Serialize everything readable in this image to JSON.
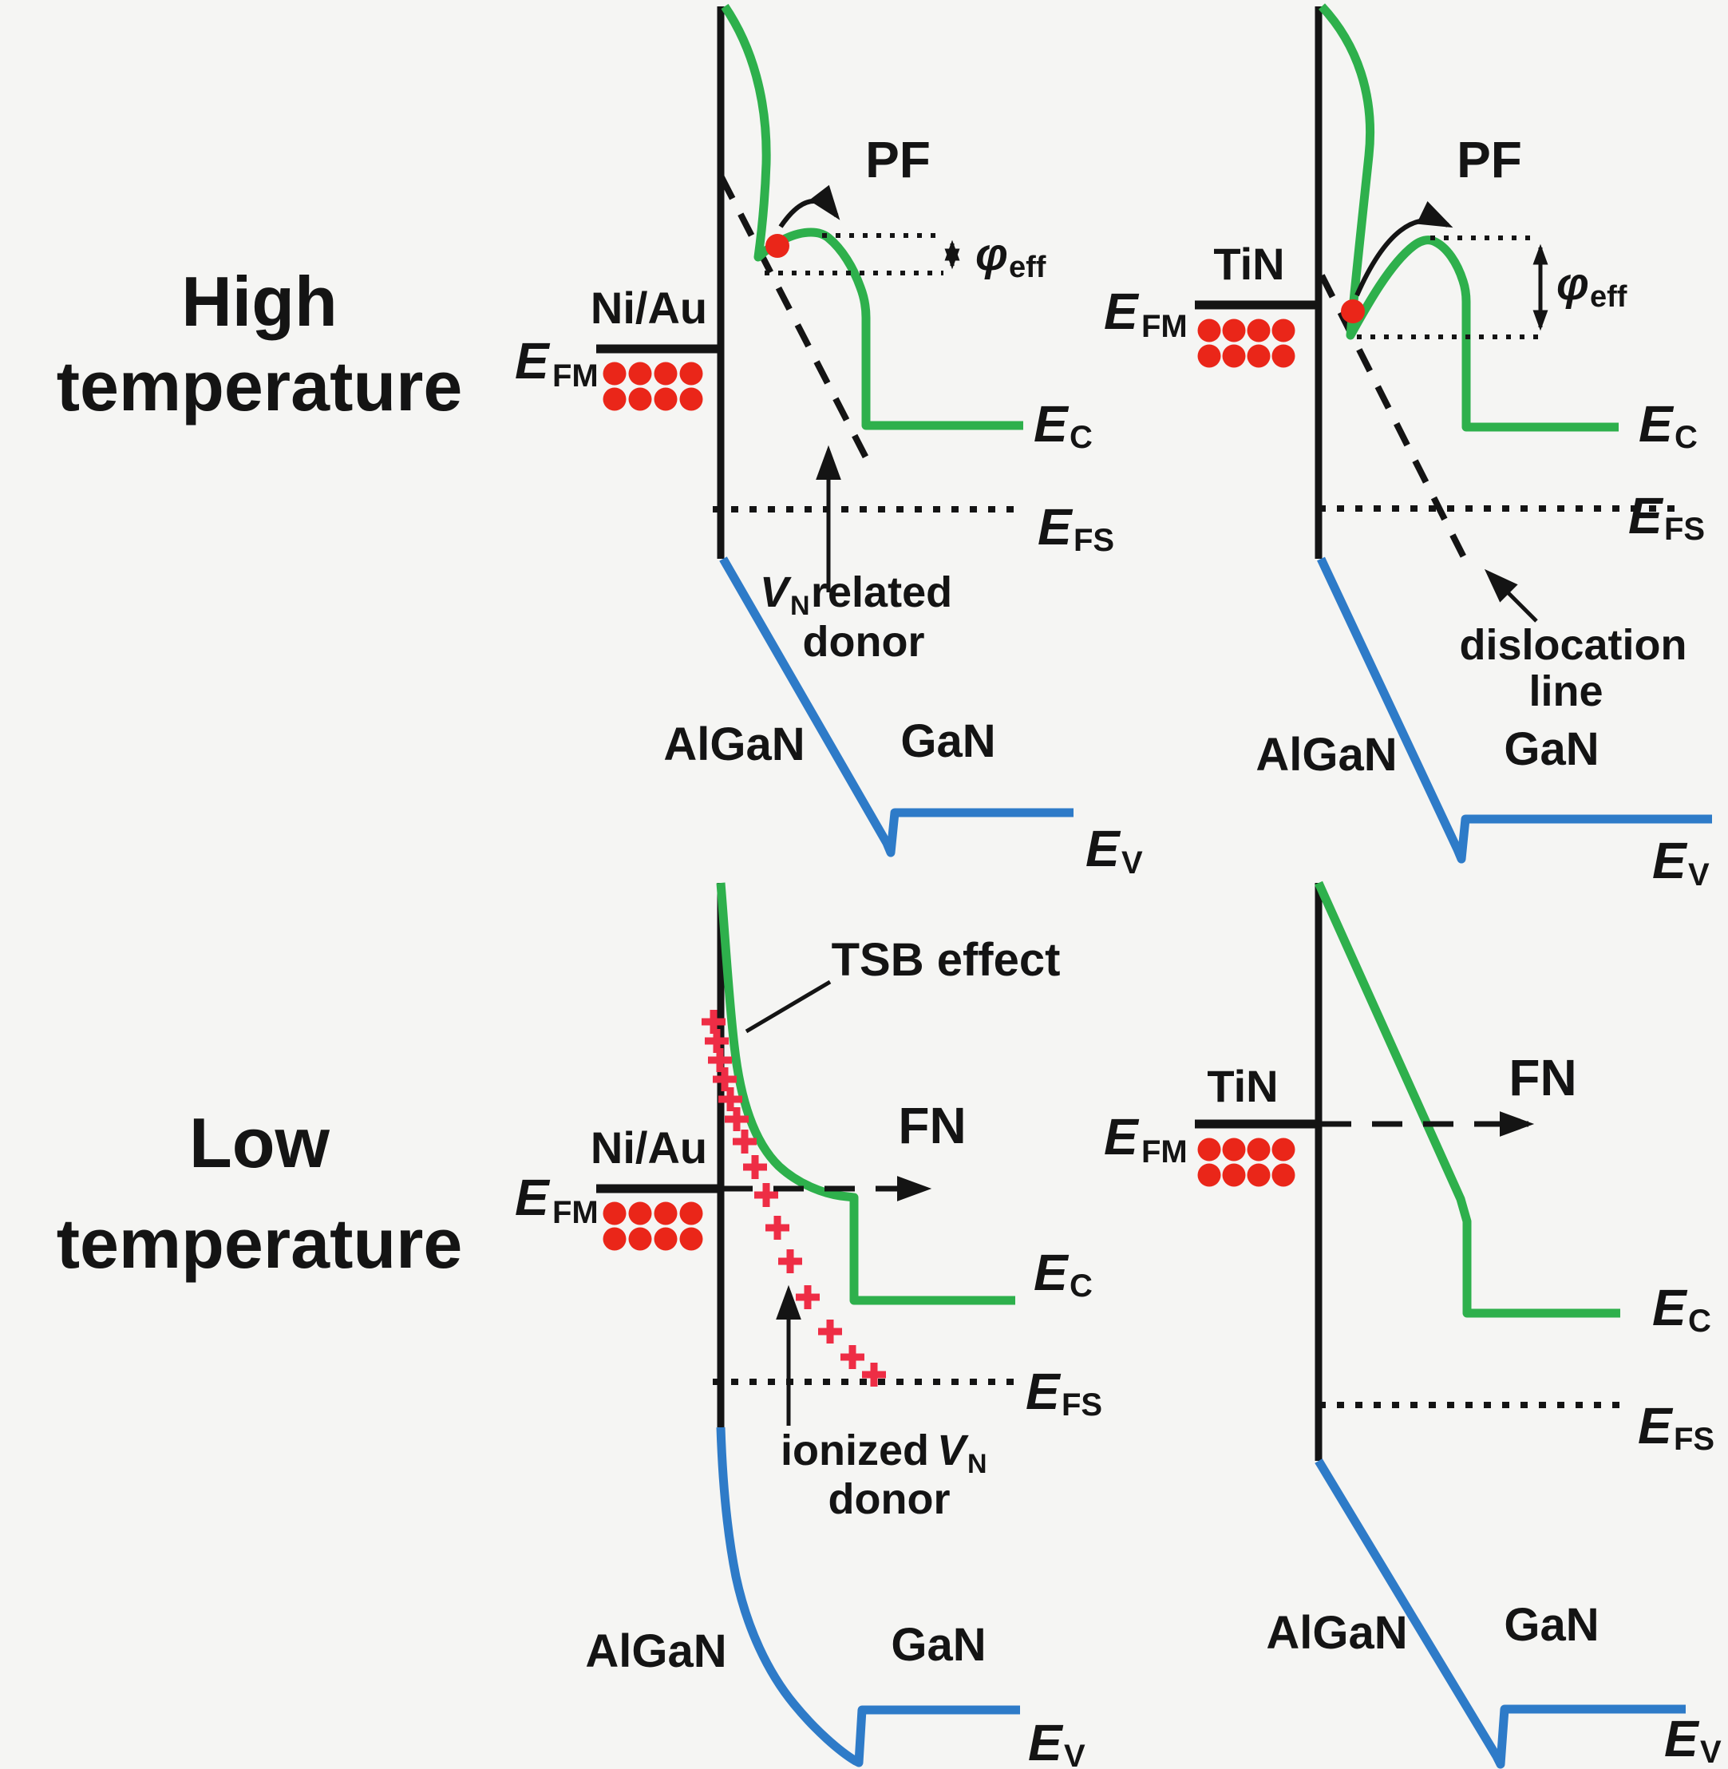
{
  "figure": {
    "description": "Band diagrams of metal/AlGaN/GaN contacts at high and low temperature"
  },
  "colors": {
    "background": "#f5f5f3",
    "ink": "#141414",
    "conduction_band_green": "#2eb04c",
    "valence_band_blue": "#2e7bc8",
    "electron_red": "#ea2619",
    "ionized_donor_red": "#ee2d45"
  },
  "rows": {
    "high": {
      "line1": "High",
      "line2": "temperature"
    },
    "low": {
      "line1": "Low",
      "line2": "temperature"
    }
  },
  "panels": {
    "tl": {
      "metal": "Ni/Au",
      "mechanism": "PF",
      "efm": {
        "main": "E",
        "sub": "FM"
      },
      "ec": {
        "main": "E",
        "sub": "C"
      },
      "efs": {
        "main": "E",
        "sub": "FS"
      },
      "ev": {
        "main": "E",
        "sub": "V"
      },
      "phi": {
        "main": "φ",
        "sub": "eff"
      },
      "algan": "AlGaN",
      "gan": "GaN",
      "annotation": {
        "v": "V",
        "n": "N",
        "rest": "related",
        "line2": "donor"
      }
    },
    "tr": {
      "metal": "TiN",
      "mechanism": "PF",
      "efm": {
        "main": "E",
        "sub": "FM"
      },
      "ec": {
        "main": "E",
        "sub": "C"
      },
      "efs": {
        "main": "E",
        "sub": "FS"
      },
      "ev": {
        "main": "E",
        "sub": "V"
      },
      "phi": {
        "main": "φ",
        "sub": "eff"
      },
      "algan": "AlGaN",
      "gan": "GaN",
      "annotation": {
        "line1": "dislocation",
        "line2": "line"
      }
    },
    "bl": {
      "metal": "Ni/Au",
      "mechanism": "FN",
      "tsb": "TSB effect",
      "efm": {
        "main": "E",
        "sub": "FM"
      },
      "ec": {
        "main": "E",
        "sub": "C"
      },
      "efs": {
        "main": "E",
        "sub": "FS"
      },
      "ev": {
        "main": "E",
        "sub": "V"
      },
      "algan": "AlGaN",
      "gan": "GaN",
      "annotation": {
        "pre": "ionized",
        "v": "V",
        "n": "N",
        "line2": "donor"
      }
    },
    "br": {
      "metal": "TiN",
      "mechanism": "FN",
      "efm": {
        "main": "E",
        "sub": "FM"
      },
      "ec": {
        "main": "E",
        "sub": "C"
      },
      "efs": {
        "main": "E",
        "sub": "FS"
      },
      "ev": {
        "main": "E",
        "sub": "V"
      },
      "algan": "AlGaN",
      "gan": "GaN"
    }
  }
}
